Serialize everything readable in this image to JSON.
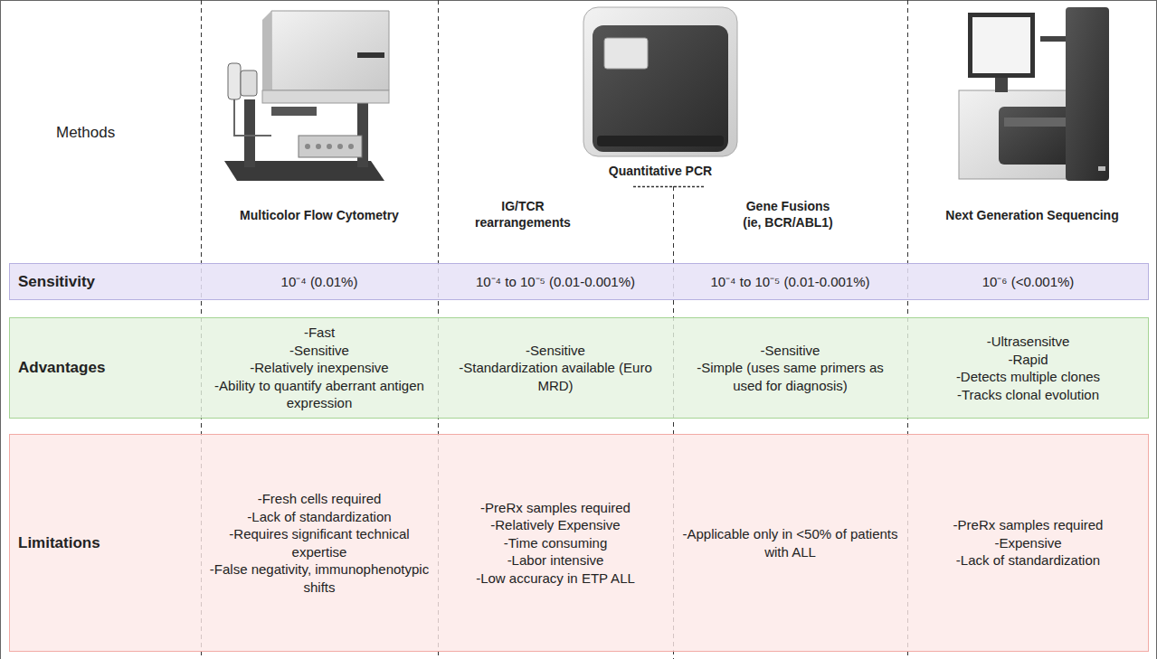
{
  "diagram": {
    "nodes": [
      {
        "text": [
          "Sensitivity",
          "10⁻⁴ (0.01%)",
          "10⁻⁴ to 10⁻⁵ (0.01-0.001%)",
          "10⁻⁴ to 10⁻⁵ (0.01-0.001%)",
          "10⁻⁶ (<0.001%)"
        ]
      },
      {
        "text": [
          "Advantages",
          "-Fast",
          "-Sensitive",
          "-Relatively inexpensive",
          "-Ability to quantify aberrant antigen expression",
          "-Sensitive",
          "-Standardization available (Euro MRD)",
          "-Sensitive",
          "-Simple (uses same primers as used for diagnosis)",
          "-Ultrasensitve",
          "-Rapid",
          "-Detects multiple clones",
          "-Tracks clonal evolution"
        ]
      },
      {
        "text": [
          "Limitations",
          "-Fresh cells required",
          "-Lack of standardization",
          "-Requires significant technical expertise",
          "-False negativity, immunophenotypic shifts",
          "-PreRx samples required",
          "-Relatively Expensive",
          "-Time consuming",
          "-Labor intensive",
          "-Low accuracy in ETP ALL",
          "-Applicable only in <50% of patients with ALL",
          "-PreRx samples required",
          "-Expensive",
          "-Lack of standardization"
        ]
      }
    ],
    "labels": [
      "Methods",
      "Multicolor Flow Cytometry",
      "Quantitative PCR",
      "IG/TCR rearrangements",
      "Gene Fusions (ie, BCR/ABL1)",
      "Next Generation Sequencing"
    ]
  }
}
